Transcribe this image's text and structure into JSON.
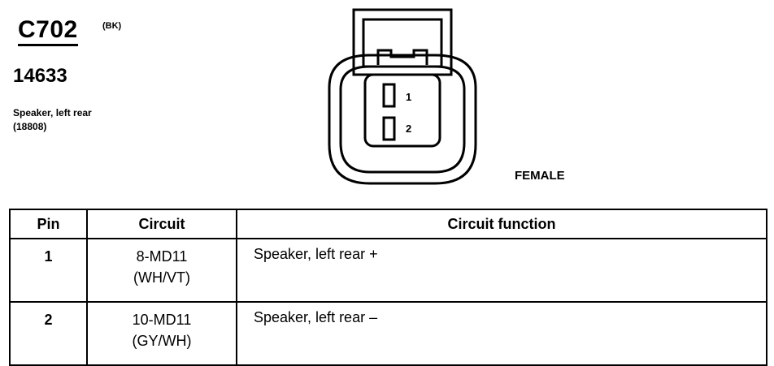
{
  "header": {
    "connector_id": "C702",
    "connector_color": "(BK)",
    "part_number": "14633",
    "description_line1": "Speaker, left rear",
    "description_line2": "(18808)"
  },
  "diagram": {
    "pin_labels": [
      "1",
      "2"
    ],
    "gender": "FEMALE"
  },
  "table": {
    "headers": [
      "Pin",
      "Circuit",
      "Circuit function"
    ],
    "rows": [
      {
        "pin": "1",
        "circuit": "8-MD11",
        "wire_color": "(WH/VT)",
        "function": "Speaker, left rear  +"
      },
      {
        "pin": "2",
        "circuit": "10-MD11",
        "wire_color": "(GY/WH)",
        "function": "Speaker, left rear  –"
      }
    ]
  }
}
